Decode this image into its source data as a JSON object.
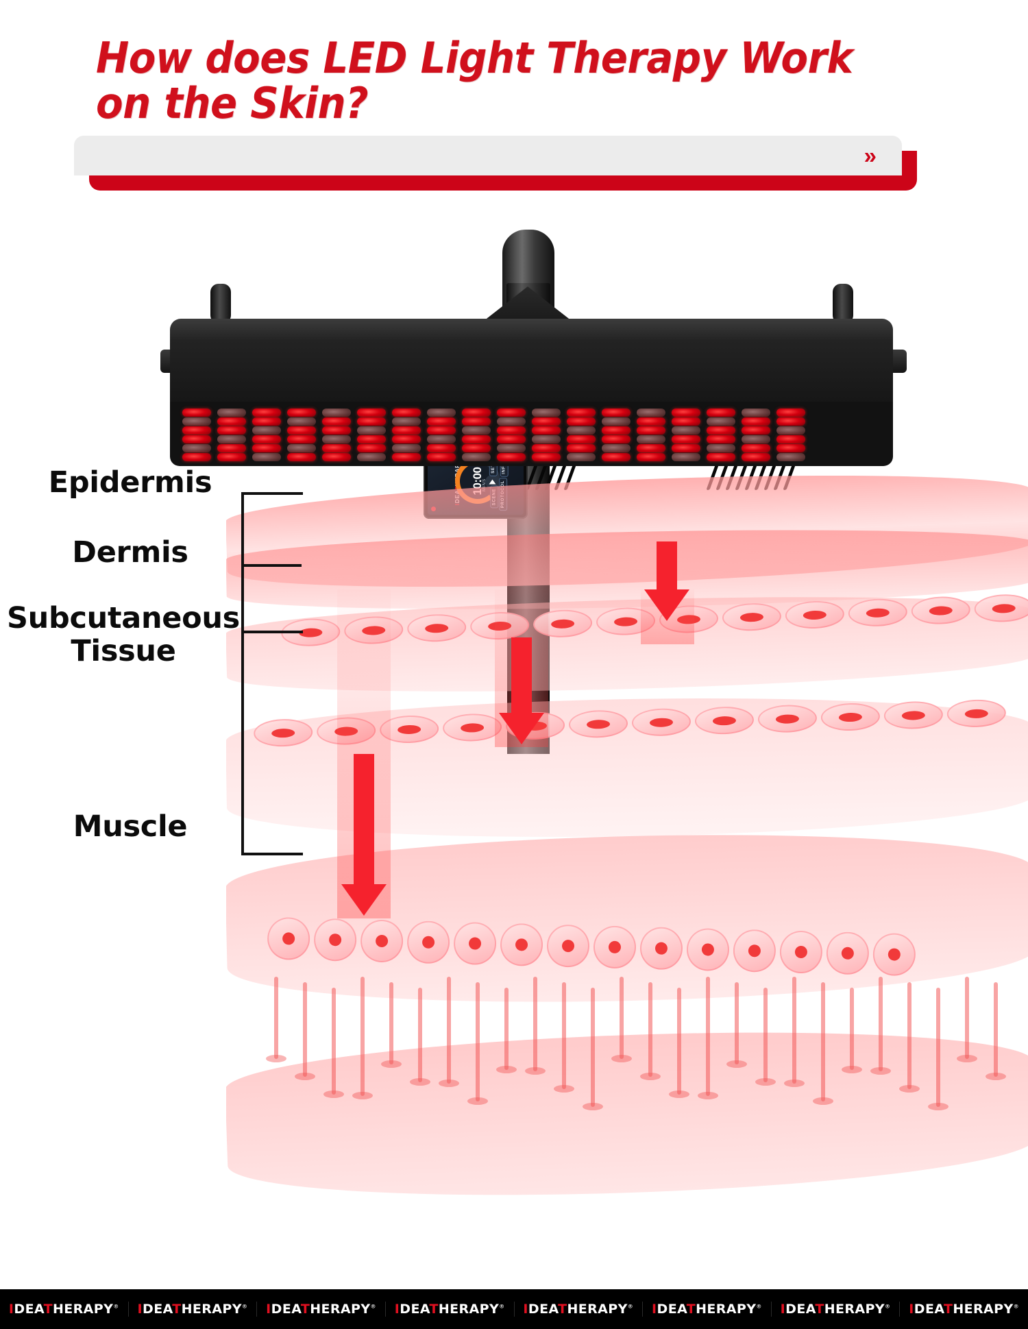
{
  "header": {
    "title_line1": "How does LED Light Therapy Work",
    "title_line2": "on the Skin?",
    "chevron": "»",
    "title_color": "#D0101C",
    "banner_gray": "#ECECEC",
    "banner_red": "#CC0418"
  },
  "device": {
    "brand": "IDEATHERAPY",
    "trademark": "®",
    "screen": {
      "timer": "10:00",
      "timer_unit": "MINS",
      "arc_color": "#F58220",
      "play_icon": "play-icon",
      "buttons": [
        {
          "label": "SETTING"
        },
        {
          "label": "INFRARED"
        },
        {
          "label": "SCENE"
        },
        {
          "label": "PROTOCOL"
        }
      ]
    }
  },
  "skin": {
    "labels": [
      {
        "text": "Epidermis"
      },
      {
        "text": "Dermis"
      },
      {
        "text": "Subcutaneous\nTissue"
      },
      {
        "text": "Muscle"
      }
    ],
    "label_epidermis": "Epidermis",
    "label_dermis": "Dermis",
    "label_subcutaneous_1": "Subcutaneous",
    "label_subcutaneous_2": "Tissue",
    "label_muscle": "Muscle",
    "beam_color": "#F5222D"
  },
  "footer": {
    "repeat_count": 8,
    "brand_prefix": "I",
    "brand_mid1": "DEA",
    "brand_t": "T",
    "brand_mid2": "HERAPY",
    "trademark": "®",
    "bg": "#000000",
    "accent": "#E01020"
  }
}
